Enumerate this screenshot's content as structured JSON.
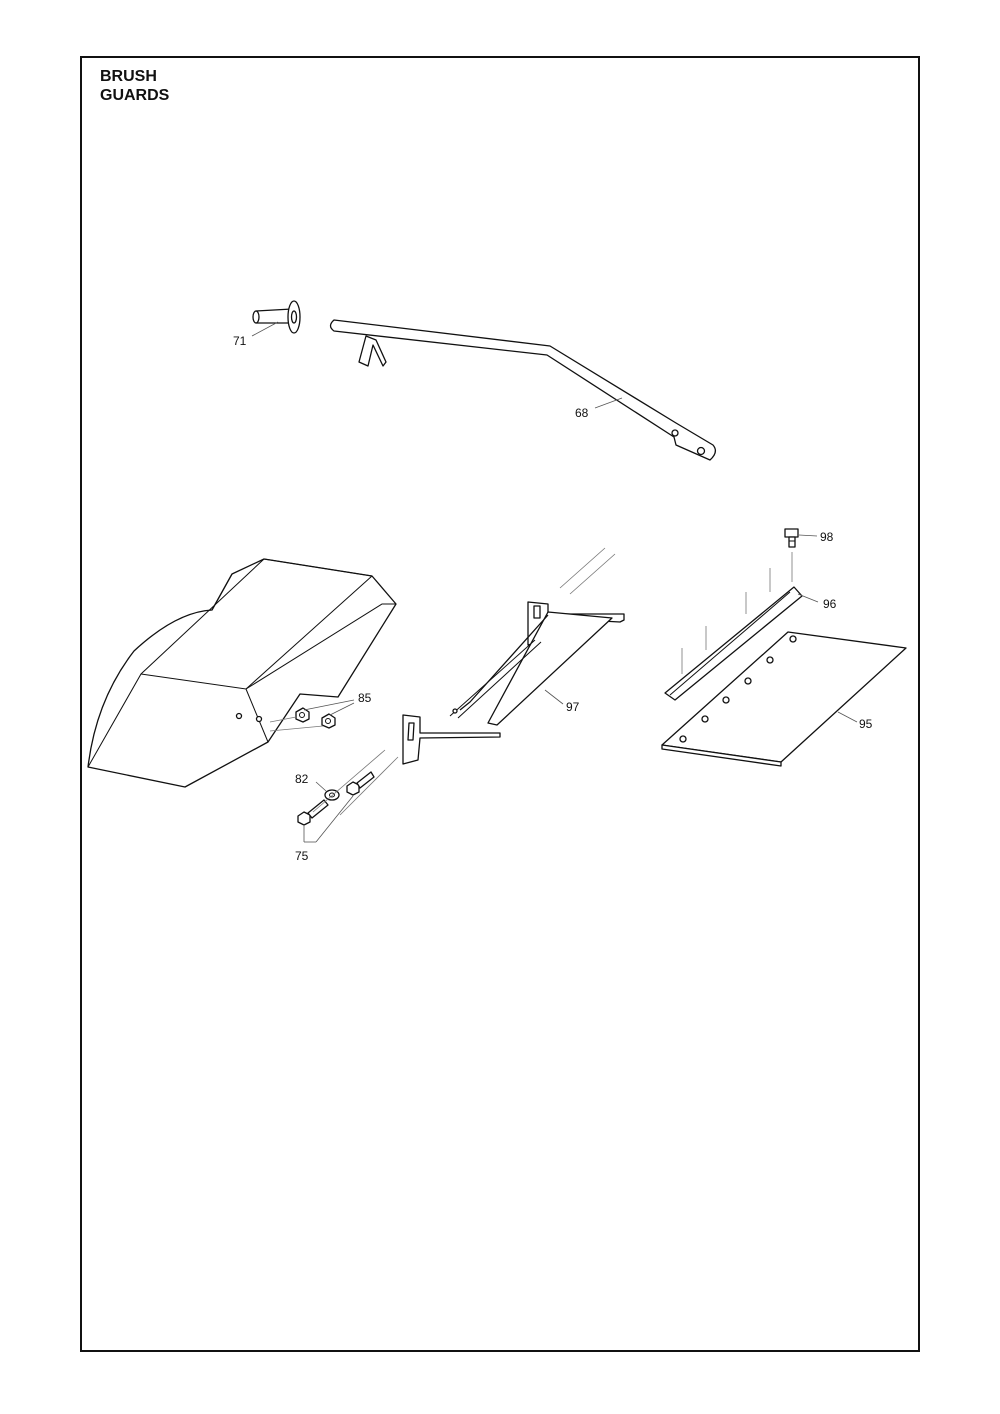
{
  "title": [
    "BRUSH",
    "GUARDS"
  ],
  "callouts": [
    {
      "num": "71",
      "part": "sleeve"
    },
    {
      "num": "68",
      "part": "bar"
    },
    {
      "num": "98",
      "part": "bolt"
    },
    {
      "num": "96",
      "part": "strip"
    },
    {
      "num": "85",
      "part": "nut"
    },
    {
      "num": "97",
      "part": "frame"
    },
    {
      "num": "95",
      "part": "plate"
    },
    {
      "num": "82",
      "part": "washer"
    },
    {
      "num": "75",
      "part": "bolt"
    }
  ]
}
